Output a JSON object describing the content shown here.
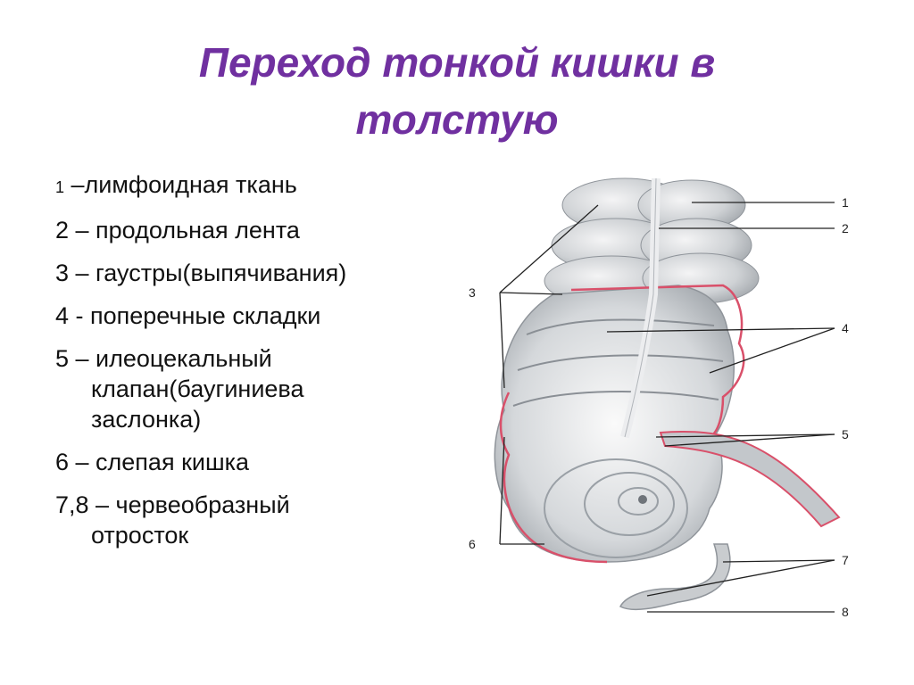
{
  "title": {
    "line1": "Переход тонкой кишки в",
    "line2": "толстую"
  },
  "legend": [
    {
      "num": "1",
      "text": " –лимфоидная ткань"
    },
    {
      "num": "",
      "text": "2 – продольная лента"
    },
    {
      "num": "",
      "text": "3 – гаустры(выпячивания)"
    },
    {
      "num": "",
      "text": "4 - поперечные складки"
    },
    {
      "num": "",
      "text": "5 – илеоцекальный",
      "cont1": "клапан(баугиниева",
      "cont2": "заслонка)"
    },
    {
      "num": "",
      "text": "6 – слепая кишка"
    },
    {
      "num": "",
      "text": "7,8 – червеобразный",
      "cont1": "отросток"
    }
  ],
  "figure_labels": {
    "l1": "1",
    "l2": "2",
    "l3": "3",
    "l4": "4",
    "l5": "5",
    "l6": "6",
    "l7": "7",
    "l8": "8"
  },
  "colors": {
    "title": "#7030a0",
    "wall_red": "#d9506a",
    "tissue": "#c9cccf"
  }
}
